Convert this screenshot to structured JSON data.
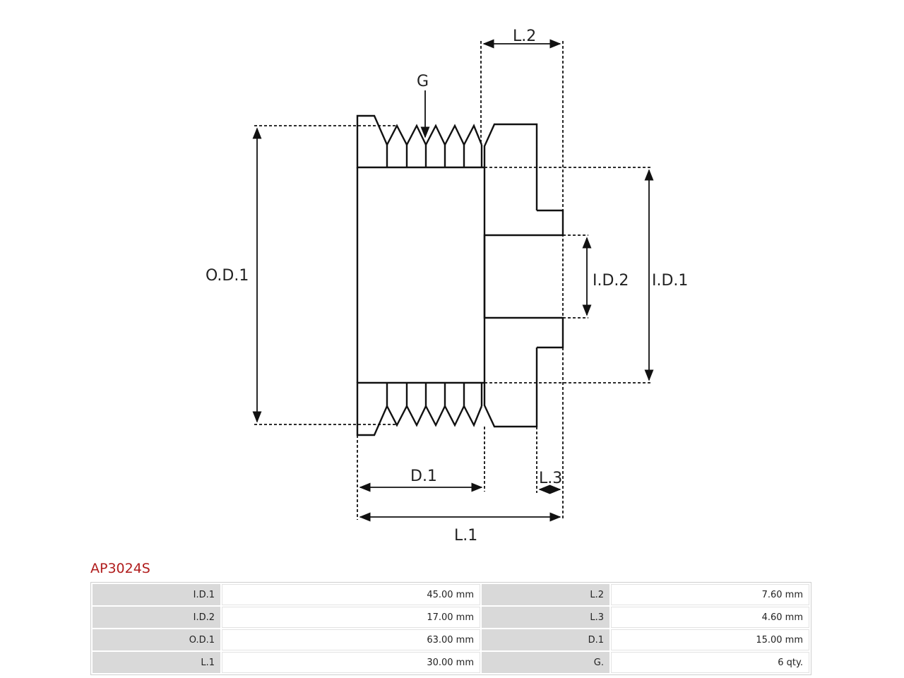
{
  "diagram": {
    "labels": {
      "od1": "O.D.1",
      "id1": "I.D.1",
      "id2": "I.D.2",
      "d1": "D.1",
      "l1": "L.1",
      "l2": "L.2",
      "l3": "L.3",
      "g": "G"
    }
  },
  "part": {
    "code": "AP3024S"
  },
  "specs": [
    {
      "k1": "I.D.1",
      "v1": "45.00  mm",
      "k2": "L.2",
      "v2": "7.60 mm"
    },
    {
      "k1": "I.D.2",
      "v1": "17.00  mm",
      "k2": "L.3",
      "v2": "4.60  mm"
    },
    {
      "k1": "O.D.1",
      "v1": "63.00   mm",
      "k2": "D.1",
      "v2": "15.00  mm"
    },
    {
      "k1": "L.1",
      "v1": "30.00  mm",
      "k2": "G.",
      "v2": "6 qty."
    }
  ],
  "colors": {
    "part_code": "#b01c1c",
    "key_cell": "#d9d9d9",
    "line": "#111111"
  }
}
